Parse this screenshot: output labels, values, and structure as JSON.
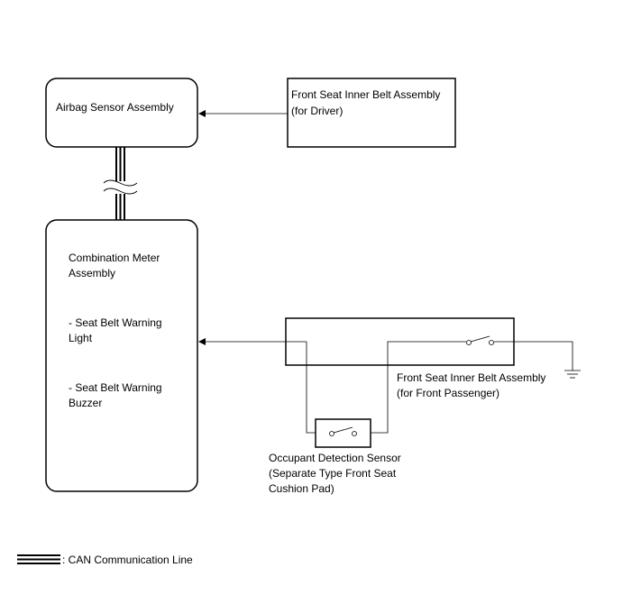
{
  "airbag_sensor": {
    "label": "Airbag Sensor Assembly"
  },
  "driver_belt": {
    "line1": "Front Seat Inner Belt Assembly",
    "line2": "(for Driver)"
  },
  "combination_meter": {
    "line1": "Combination Meter",
    "line2": "Assembly",
    "light_line1": "- Seat Belt Warning",
    "light_line2": "Light",
    "buzzer_line1": "- Seat Belt Warning",
    "buzzer_line2": "Buzzer"
  },
  "passenger_belt": {
    "line1": "Front Seat Inner Belt Assembly",
    "line2": "(for Front Passenger)"
  },
  "occupant_sensor": {
    "line1": "Occupant Detection Sensor",
    "line2": "(Separate Type Front Seat",
    "line3": "Cushion Pad)"
  },
  "legend": {
    "can_label": ": CAN Communication Line"
  }
}
